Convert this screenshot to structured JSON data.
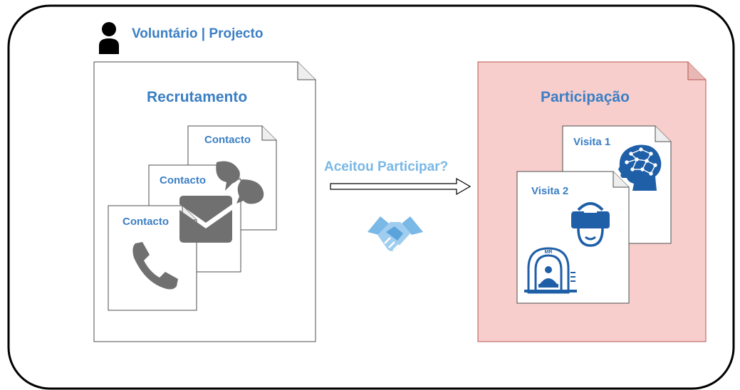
{
  "header": {
    "title": "Voluntário | Projecto",
    "icon": "user-icon"
  },
  "recruitment": {
    "title": "Recrutamento",
    "contacts": [
      {
        "label": "Contacto",
        "icon": "chat-icon"
      },
      {
        "label": "Contacto",
        "icon": "envelope-icon"
      },
      {
        "label": "Contacto",
        "icon": "phone-icon"
      }
    ]
  },
  "transition": {
    "question": "Aceitou Participar?",
    "arrow_icon": "arrow-right-icon",
    "handshake_icon": "handshake-icon"
  },
  "participation": {
    "title": "Participação",
    "visits": [
      {
        "label": "Visita 1",
        "icon": "brain-network-icon"
      },
      {
        "label": "Visita 2",
        "icons": [
          "vr-headset-icon",
          "mri-scanner-icon"
        ]
      }
    ],
    "mri_text": "MR"
  },
  "colors": {
    "accent_text": "#3b7fc4",
    "participation_fill": "#f8cecc",
    "participation_stroke": "#b85450",
    "icon_gray": "#707070",
    "icon_blue": "#1f5fa8",
    "handshake_blue": "#7ab8e6"
  }
}
